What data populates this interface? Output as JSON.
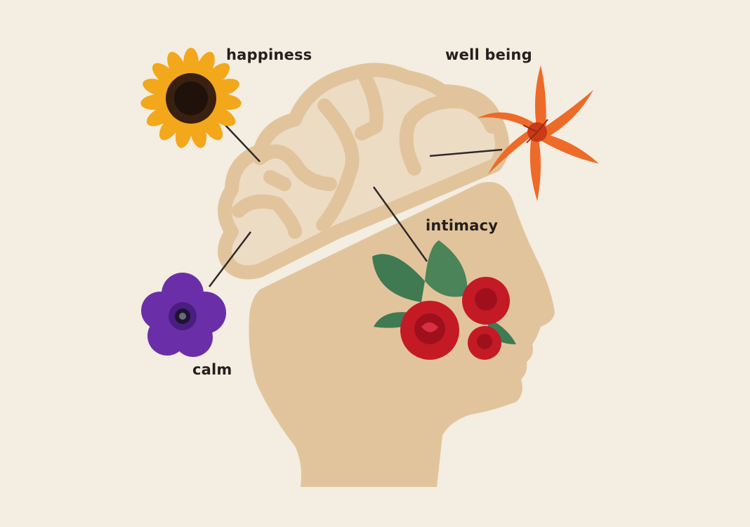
{
  "labels": {
    "happiness": "happiness",
    "well_being": "well being",
    "intimacy": "intimacy",
    "calm": "calm"
  },
  "colors": {
    "background": "#f3ede2",
    "head": "#e2c49c",
    "brain_fill": "#eddcc4",
    "connector": "#2e2b28"
  },
  "flowers": {
    "happiness": "sunflower",
    "well_being": "lily",
    "intimacy": "roses",
    "calm": "anemone"
  }
}
